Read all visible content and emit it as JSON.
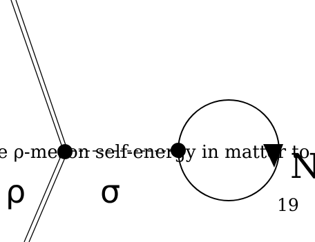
{
  "caption_fragment": "e ρ-meson self-energy in matter to",
  "labels": {
    "rho": "ρ",
    "sigma": "σ",
    "nucleon": "N"
  },
  "page_number": "19",
  "colors": {
    "line": "#000000",
    "background": "#ffffff"
  }
}
